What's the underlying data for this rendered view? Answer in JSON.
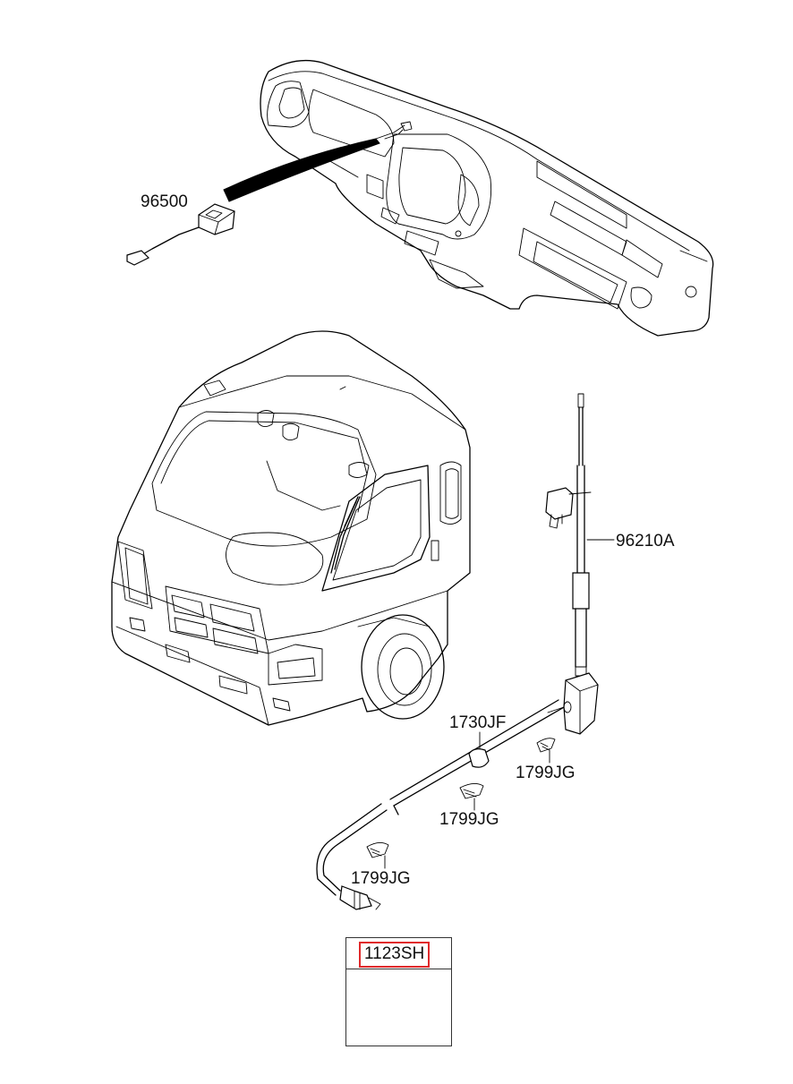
{
  "parts": [
    {
      "code": "96500"
    },
    {
      "code": "96210A"
    },
    {
      "code": "1730JF"
    },
    {
      "code": "1799JG"
    },
    {
      "code": "1799JG"
    },
    {
      "code": "1799JG"
    }
  ],
  "box": {
    "code": "1123SH"
  },
  "colors": {
    "line": "#000000",
    "highlight": "#e0292b",
    "box_border": "#333333"
  }
}
